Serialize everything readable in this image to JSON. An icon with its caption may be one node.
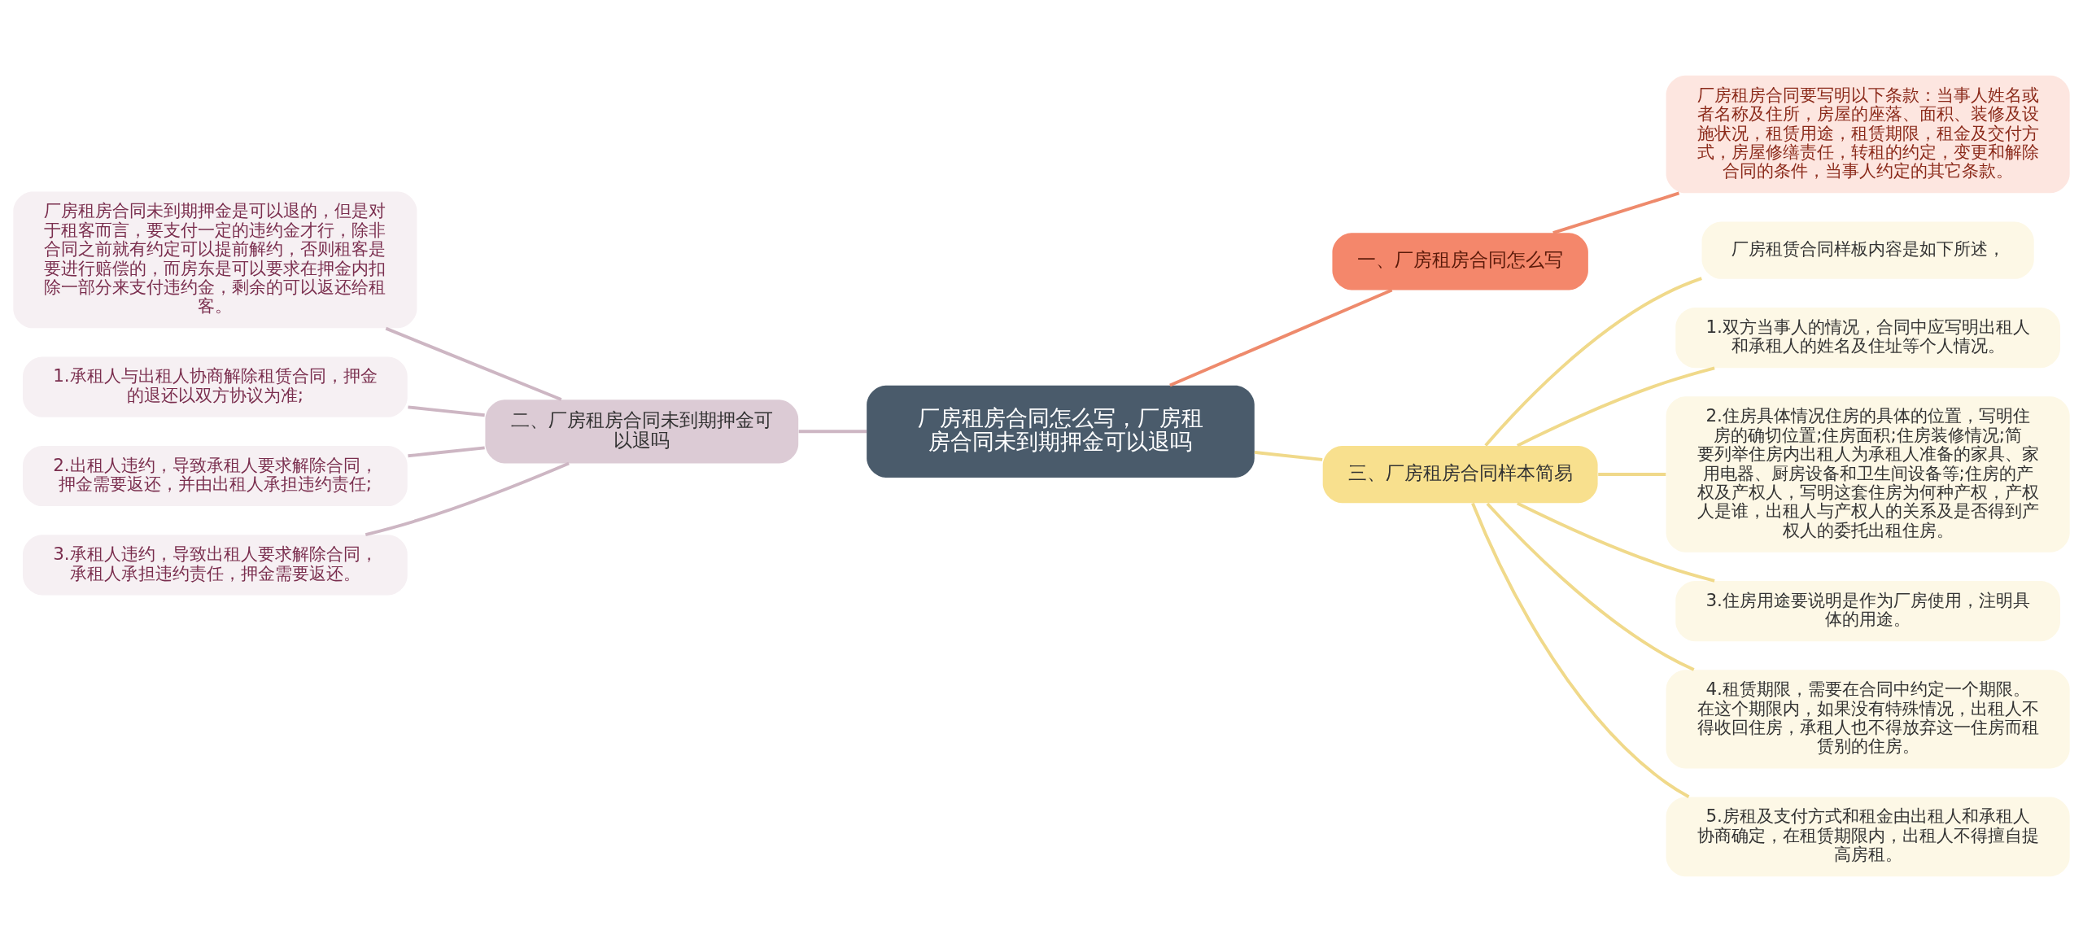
{
  "diagram": {
    "nodes": [
      {
        "text": [
          "厂房租房合同怎么写，厂房租房合同未到期押金可以退吗"
        ]
      },
      {
        "text": [
          "一、厂房租房合同怎么写"
        ]
      },
      {
        "text": [
          "厂房租房合同要写明以下条款：当事人姓名或者名称及住所，房屋的座落、面积、装修及设施状况，租赁用途，租赁期限，租金及交付方式，房屋修缮责任，转租的约定，变更和解除合同的条件，当事人约定的其它条款。"
        ]
      },
      {
        "text": [
          "二、厂房租房合同未到期押金可以退吗"
        ]
      },
      {
        "text": [
          "厂房租房合同未到期押金是可以退的，但是对于租客而言，要支付一定的违约金才行，除非合同之前就有约定可以提前解约，否则租客是要进行赔偿的，而房东是可以要求在押金内扣除一部分来支付违约金，剩余的可以返还给租客。"
        ]
      },
      {
        "text": [
          "1.承租人与出租人协商解除租赁合同，押金的退还以双方协议为准;"
        ]
      },
      {
        "text": [
          "2.出租人违约，导致承租人要求解除合同，押金需要返还，并由出租人承担违约责任;"
        ]
      },
      {
        "text": [
          "3.承租人违约，导致出租人要求解除合同，承租人承担违约责任，押金需要返还。"
        ]
      },
      {
        "text": [
          "三、厂房租房合同样本简易"
        ]
      },
      {
        "text": [
          "厂房租赁合同样板内容是如下所述，"
        ]
      },
      {
        "text": [
          "1.双方当事人的情况，合同中应写明出租人和承租人的姓名及住址等个人情况。"
        ]
      },
      {
        "text": [
          "2.住房具体情况住房的具体的位置，写明住房的确切位置;住房面积;住房装修情况;简要列举住房内出租人为承租人准备的家具、家用电器、厨房设备和卫生间设备等;住房的产权及产权人，写明这套住房为何种产权，产权人是谁，出租人与产权人的关系及是否得到产权人的委托出租住房。"
        ]
      },
      {
        "text": [
          "3.住房用途要说明是作为厂房使用，注明具体的用途。"
        ]
      },
      {
        "text": [
          "4.租赁期限，需要在合同中约定一个期限。在这个期限内，如果没有特殊情况，出租人不得收回住房，承租人也不得放弃这一住房而租赁别的住房。"
        ]
      },
      {
        "text": [
          "5.房租及支付方式和租金由出租人和承租人协商确定，在租赁期限内，出租人不得擅自提高房租。"
        ]
      }
    ],
    "edges": [
      {
        "from": 0,
        "to": 1,
        "arrow": "none",
        "color": "#ee8a6c"
      },
      {
        "from": 1,
        "to": 2,
        "arrow": "none",
        "color": "#ee8a6c"
      },
      {
        "from": 0,
        "to": 3,
        "arrow": "none",
        "color": "#cdb6c3"
      },
      {
        "from": 3,
        "to": 4,
        "arrow": "none",
        "color": "#cdb6c3"
      },
      {
        "from": 3,
        "to": 5,
        "arrow": "none",
        "color": "#cdb6c3"
      },
      {
        "from": 3,
        "to": 6,
        "arrow": "none",
        "color": "#cdb6c3"
      },
      {
        "from": 3,
        "to": 7,
        "arrow": "none",
        "color": "#cdb6c3"
      },
      {
        "from": 0,
        "to": 8,
        "arrow": "none"
      },
      {
        "from": 8,
        "to": 9,
        "arrow": "none"
      },
      {
        "from": 8,
        "to": 10,
        "arrow": "none"
      },
      {
        "from": 8,
        "to": 11,
        "arrow": "none"
      },
      {
        "from": 8,
        "to": 12,
        "arrow": "none"
      },
      {
        "from": 8,
        "to": 13,
        "arrow": "none"
      },
      {
        "from": 8,
        "to": 14,
        "arrow": "none"
      }
    ]
  }
}
